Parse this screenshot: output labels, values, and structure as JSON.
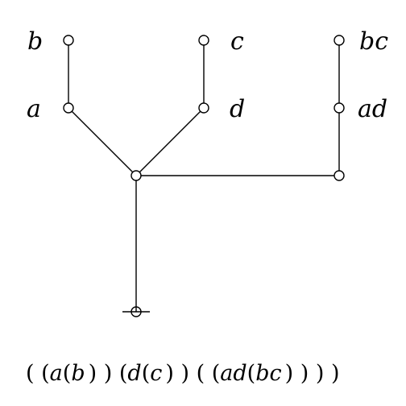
{
  "labels": {
    "b": "b",
    "a": "a",
    "c": "c",
    "d": "d",
    "bc": "bc",
    "ad": "ad"
  },
  "expression": {
    "p1": "( (",
    "a": "a",
    "p2": "(",
    "b": "b",
    "p3": ") ) (",
    "d": "d",
    "p4": "(",
    "c": "c",
    "p5": ") ) ( (",
    "ad": "ad",
    "p6": "(",
    "bc": "bc",
    "p7": ") ) ) )"
  }
}
